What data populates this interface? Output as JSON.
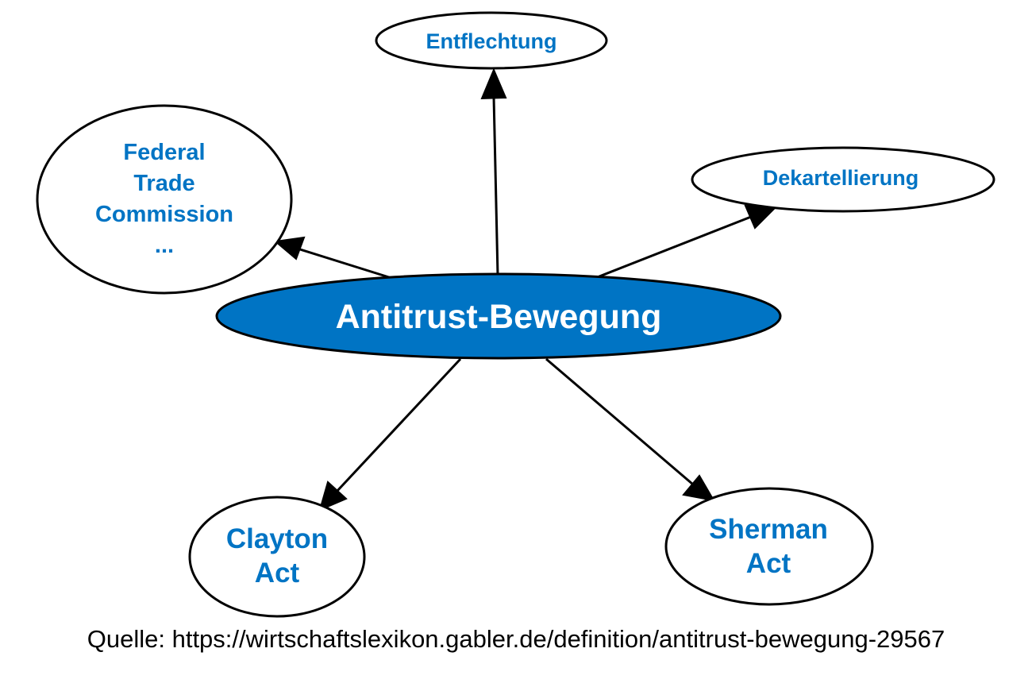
{
  "diagram": {
    "center": {
      "label": "Antitrust-Bewegung"
    },
    "nodes": {
      "entflechtung": {
        "label": "Entflechtung"
      },
      "dekartellierung": {
        "label": "Dekartellierung"
      },
      "ftc": {
        "lines": [
          "Federal",
          "Trade",
          "Commission",
          "..."
        ]
      },
      "clayton": {
        "lines": [
          "Clayton",
          "Act"
        ]
      },
      "sherman": {
        "lines": [
          "Sherman",
          "Act"
        ]
      }
    },
    "edges": [
      {
        "from": "Antitrust-Bewegung",
        "to": "Entflechtung"
      },
      {
        "from": "Antitrust-Bewegung",
        "to": "Dekartellierung"
      },
      {
        "from": "Antitrust-Bewegung",
        "to": "Federal Trade Commission ..."
      },
      {
        "from": "Antitrust-Bewegung",
        "to": "Clayton Act"
      },
      {
        "from": "Antitrust-Bewegung",
        "to": "Sherman Act"
      }
    ]
  },
  "caption": "Quelle: https://wirtschaftslexikon.gabler.de/definition/antitrust-bewegung-29567",
  "colors": {
    "accent": "#0074c4",
    "outline": "#000000",
    "background": "#ffffff"
  }
}
